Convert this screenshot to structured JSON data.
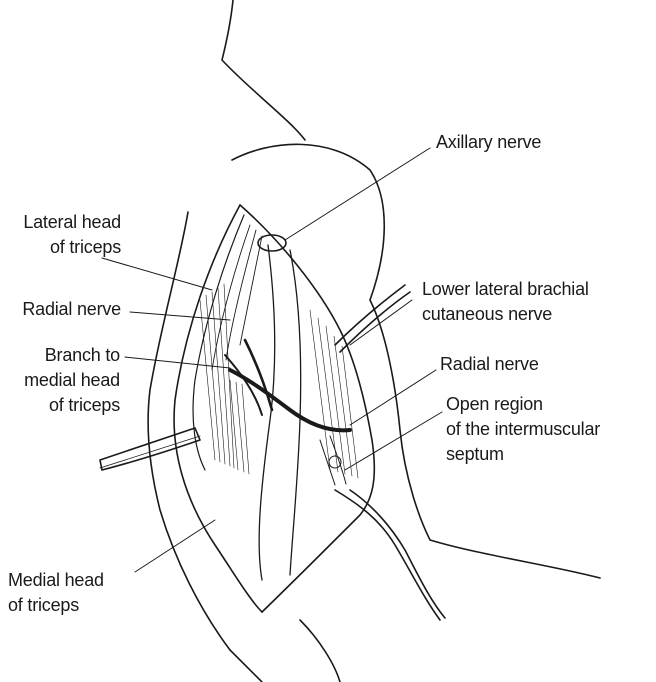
{
  "figure": {
    "ink_color": "#1a1a1a",
    "background": "#ffffff"
  },
  "labels": {
    "axillary_nerve": "Axillary nerve",
    "lateral_head_of_triceps": "Lateral head\nof triceps",
    "radial_nerve_left": "Radial nerve",
    "branch_to_medial_head": "Branch to\nmedial head\nof triceps",
    "medial_head_of_triceps": "Medial head\nof triceps",
    "lower_lateral_brachial_cutaneous_nerve": "Lower lateral brachial\ncutaneous nerve",
    "radial_nerve_right": "Radial nerve",
    "open_region_intermuscular_septum": "Open region\nof the intermuscular\nseptum"
  }
}
